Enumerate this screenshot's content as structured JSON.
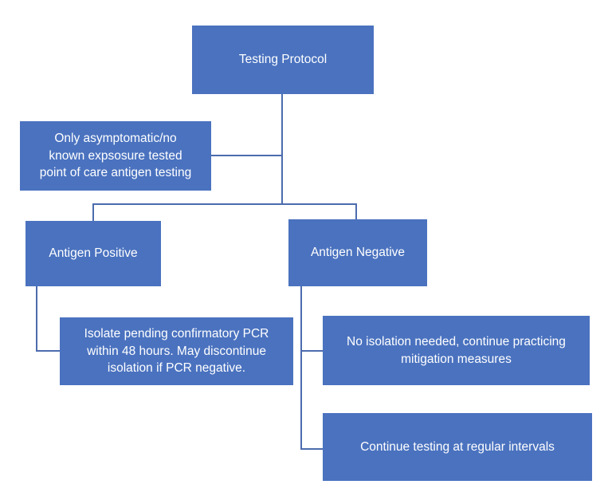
{
  "colors": {
    "background": "#ffffff",
    "node-fill": "#4a72bf",
    "node-text": "#ffffff",
    "connector": "#4c6cae"
  },
  "diagram": {
    "type": "flowchart",
    "title": "Testing Protocol",
    "nodes": {
      "testing_protocol": {
        "label": "Testing Protocol"
      },
      "note": {
        "label": "Only asymptomatic/no known expsosure tested point of care antigen testing",
        "lines": [
          "Only asymptomatic/no",
          "known expsosure tested",
          "point of care antigen testing"
        ]
      },
      "antigen_positive": {
        "label": "Antigen Positive"
      },
      "antigen_negative": {
        "label": "Antigen Negative"
      },
      "isolate": {
        "label": "Isolate pending confirmatory PCR within 48 hours. May discontinue isolation if PCR negative.",
        "lines": [
          "Isolate pending confirmatory PCR",
          "within 48 hours. May discontinue",
          "isolation if PCR negative."
        ]
      },
      "no_isolation": {
        "label": "No isolation needed, continue practicing mitigation measures",
        "lines": [
          "No isolation needed, continue practicing",
          "mitigation measures"
        ]
      },
      "continue_testing": {
        "label": "Continue testing at regular intervals"
      }
    },
    "edges": [
      {
        "from": "testing_protocol",
        "to": "antigen_positive"
      },
      {
        "from": "testing_protocol",
        "to": "antigen_negative"
      },
      {
        "from": "note",
        "to": "testing_protocol"
      },
      {
        "from": "antigen_positive",
        "to": "isolate"
      },
      {
        "from": "antigen_negative",
        "to": "no_isolation"
      },
      {
        "from": "antigen_negative",
        "to": "continue_testing"
      }
    ]
  }
}
